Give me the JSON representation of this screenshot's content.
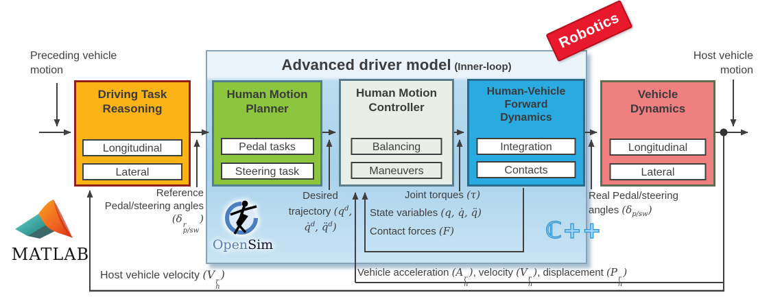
{
  "header": {
    "title": "Advanced driver model",
    "subtitle": "(Inner-loop)"
  },
  "badge": {
    "label": "Robotics",
    "color": "#E8192C"
  },
  "external": {
    "preceding_motion": "Preceding vehicle motion",
    "host_motion": "Host vehicle motion"
  },
  "blocks": [
    {
      "title": "Driving Task Reasoning",
      "items": [
        "Longitudinal",
        "Lateral"
      ],
      "fill": "#FBB316",
      "border": "#93201B"
    },
    {
      "title": "Human Motion Planner",
      "items": [
        "Pedal tasks",
        "Steering task"
      ],
      "fill": "#8CC63E",
      "border": "#53808F"
    },
    {
      "title": "Human Motion Controller",
      "items": [
        "Balancing",
        "Maneuvers"
      ],
      "fill": "#E9EFE6",
      "border": "#5A7D8C"
    },
    {
      "title": "Human-Vehicle Forward Dynamics",
      "items": [
        "Integration",
        "Contacts"
      ],
      "fill": "#29ABE2",
      "border": "#2B6A8A"
    },
    {
      "title": "Vehicle Dynamics",
      "items": [
        "Longitudinal",
        "Lateral"
      ],
      "fill": "#F07F7F",
      "border": "#5D6E51"
    }
  ],
  "signals": {
    "reference_angles_html": "Reference Pedal/steering angles <span class=\"math\">(δ<span class=\"ss\"><span>r</span><span>p/sw</span></span>)</span>",
    "desired_trajectory_html": "Desired trajectory <span class=\"math\">(q<sup>d</sup>, q̇<sup>d</sup>, q̈<sup>d</sup>)</span>",
    "joint_torques_html": "Joint torques <span class=\"math\">(τ)</span>",
    "state_variables_html": "State variables <span class=\"math\">(q, q̇, q̈)</span>",
    "contact_forces_html": "Contact forces <span class=\"math\">(F)</span>",
    "real_angles_html": "Real Pedal/steering angles <span class=\"math\">(δ<sub>p/sw</sub>)</span>",
    "host_velocity_html": "Host vehicle velocity <span class=\"math\">(V<span class=\"ss\"><span>r</span><span>h</span></span>)</span>",
    "vehicle_accel_html": "Vehicle acceleration <span class=\"math\">(A<span class=\"ss\"><span>r</span><span>h</span></span>)</span>, velocity <span class=\"math\">(V<span class=\"ss\"><span>r</span><span>h</span></span>)</span>, displacement <span class=\"math\">(P<span class=\"ss\"><span>r</span><span>h</span></span>)</span>"
  },
  "logos": {
    "matlab": "MATLAB",
    "opensim_open": "Open",
    "opensim_sim": "Sim",
    "cpp": "ℂ++"
  },
  "colors": {
    "container_fill": "#AED5EF",
    "container_border": "#86A3BB",
    "line": "#3F3F3F",
    "badge_red": "#E8192C",
    "cpp_blue": "#3D9BD4"
  }
}
